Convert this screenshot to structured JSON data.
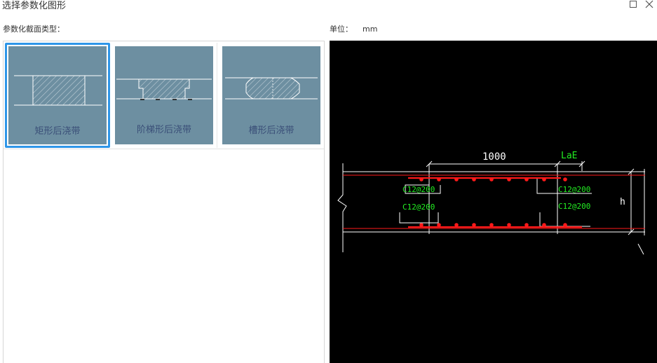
{
  "window": {
    "title": "选择参数化图形"
  },
  "labels": {
    "section_type": "参数化截面类型：",
    "unit_label": "单位：",
    "unit_value": "mm"
  },
  "shapes": [
    {
      "name": "矩形后浇带",
      "selected": true
    },
    {
      "name": "阶梯形后浇带",
      "selected": false
    },
    {
      "name": "槽形后浇带",
      "selected": false
    }
  ],
  "preview": {
    "dimension": "1000",
    "lae_label": "LaE",
    "rebar_top_left": "C12@200",
    "rebar_top_right": "C12@200",
    "rebar_bottom_left": "C12@200",
    "rebar_bottom_right": "C12@200",
    "height_label": "h",
    "colors": {
      "background": "#000000",
      "rebar": "#ff1a1a",
      "annotation": "#22ee22",
      "line": "#ffffff"
    }
  }
}
